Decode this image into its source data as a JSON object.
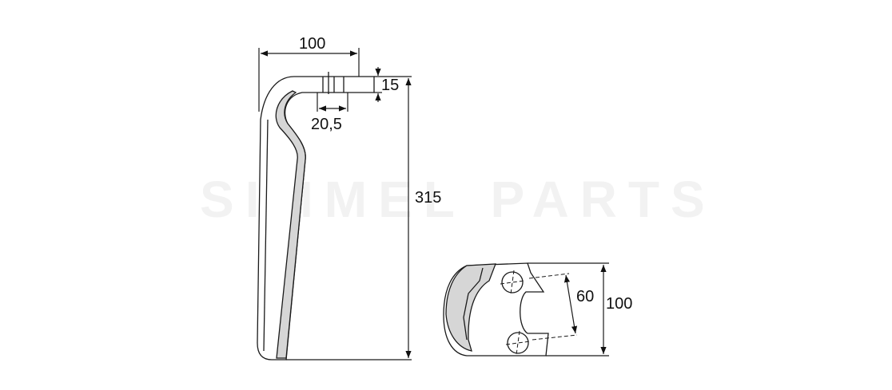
{
  "colors": {
    "line": "#1a1a1a",
    "body": "#ffffff",
    "shade": "#d6d6d6",
    "watermark": "#f2f2f2"
  },
  "watermark": {
    "text": "SIMMEL PARTS"
  },
  "side_view": {
    "width_label": "100",
    "thickness_label": "15",
    "hole_spacing_label": "20,5",
    "height_label": "315"
  },
  "mount_view": {
    "hole_distance_label": "60",
    "height_label": "100"
  }
}
